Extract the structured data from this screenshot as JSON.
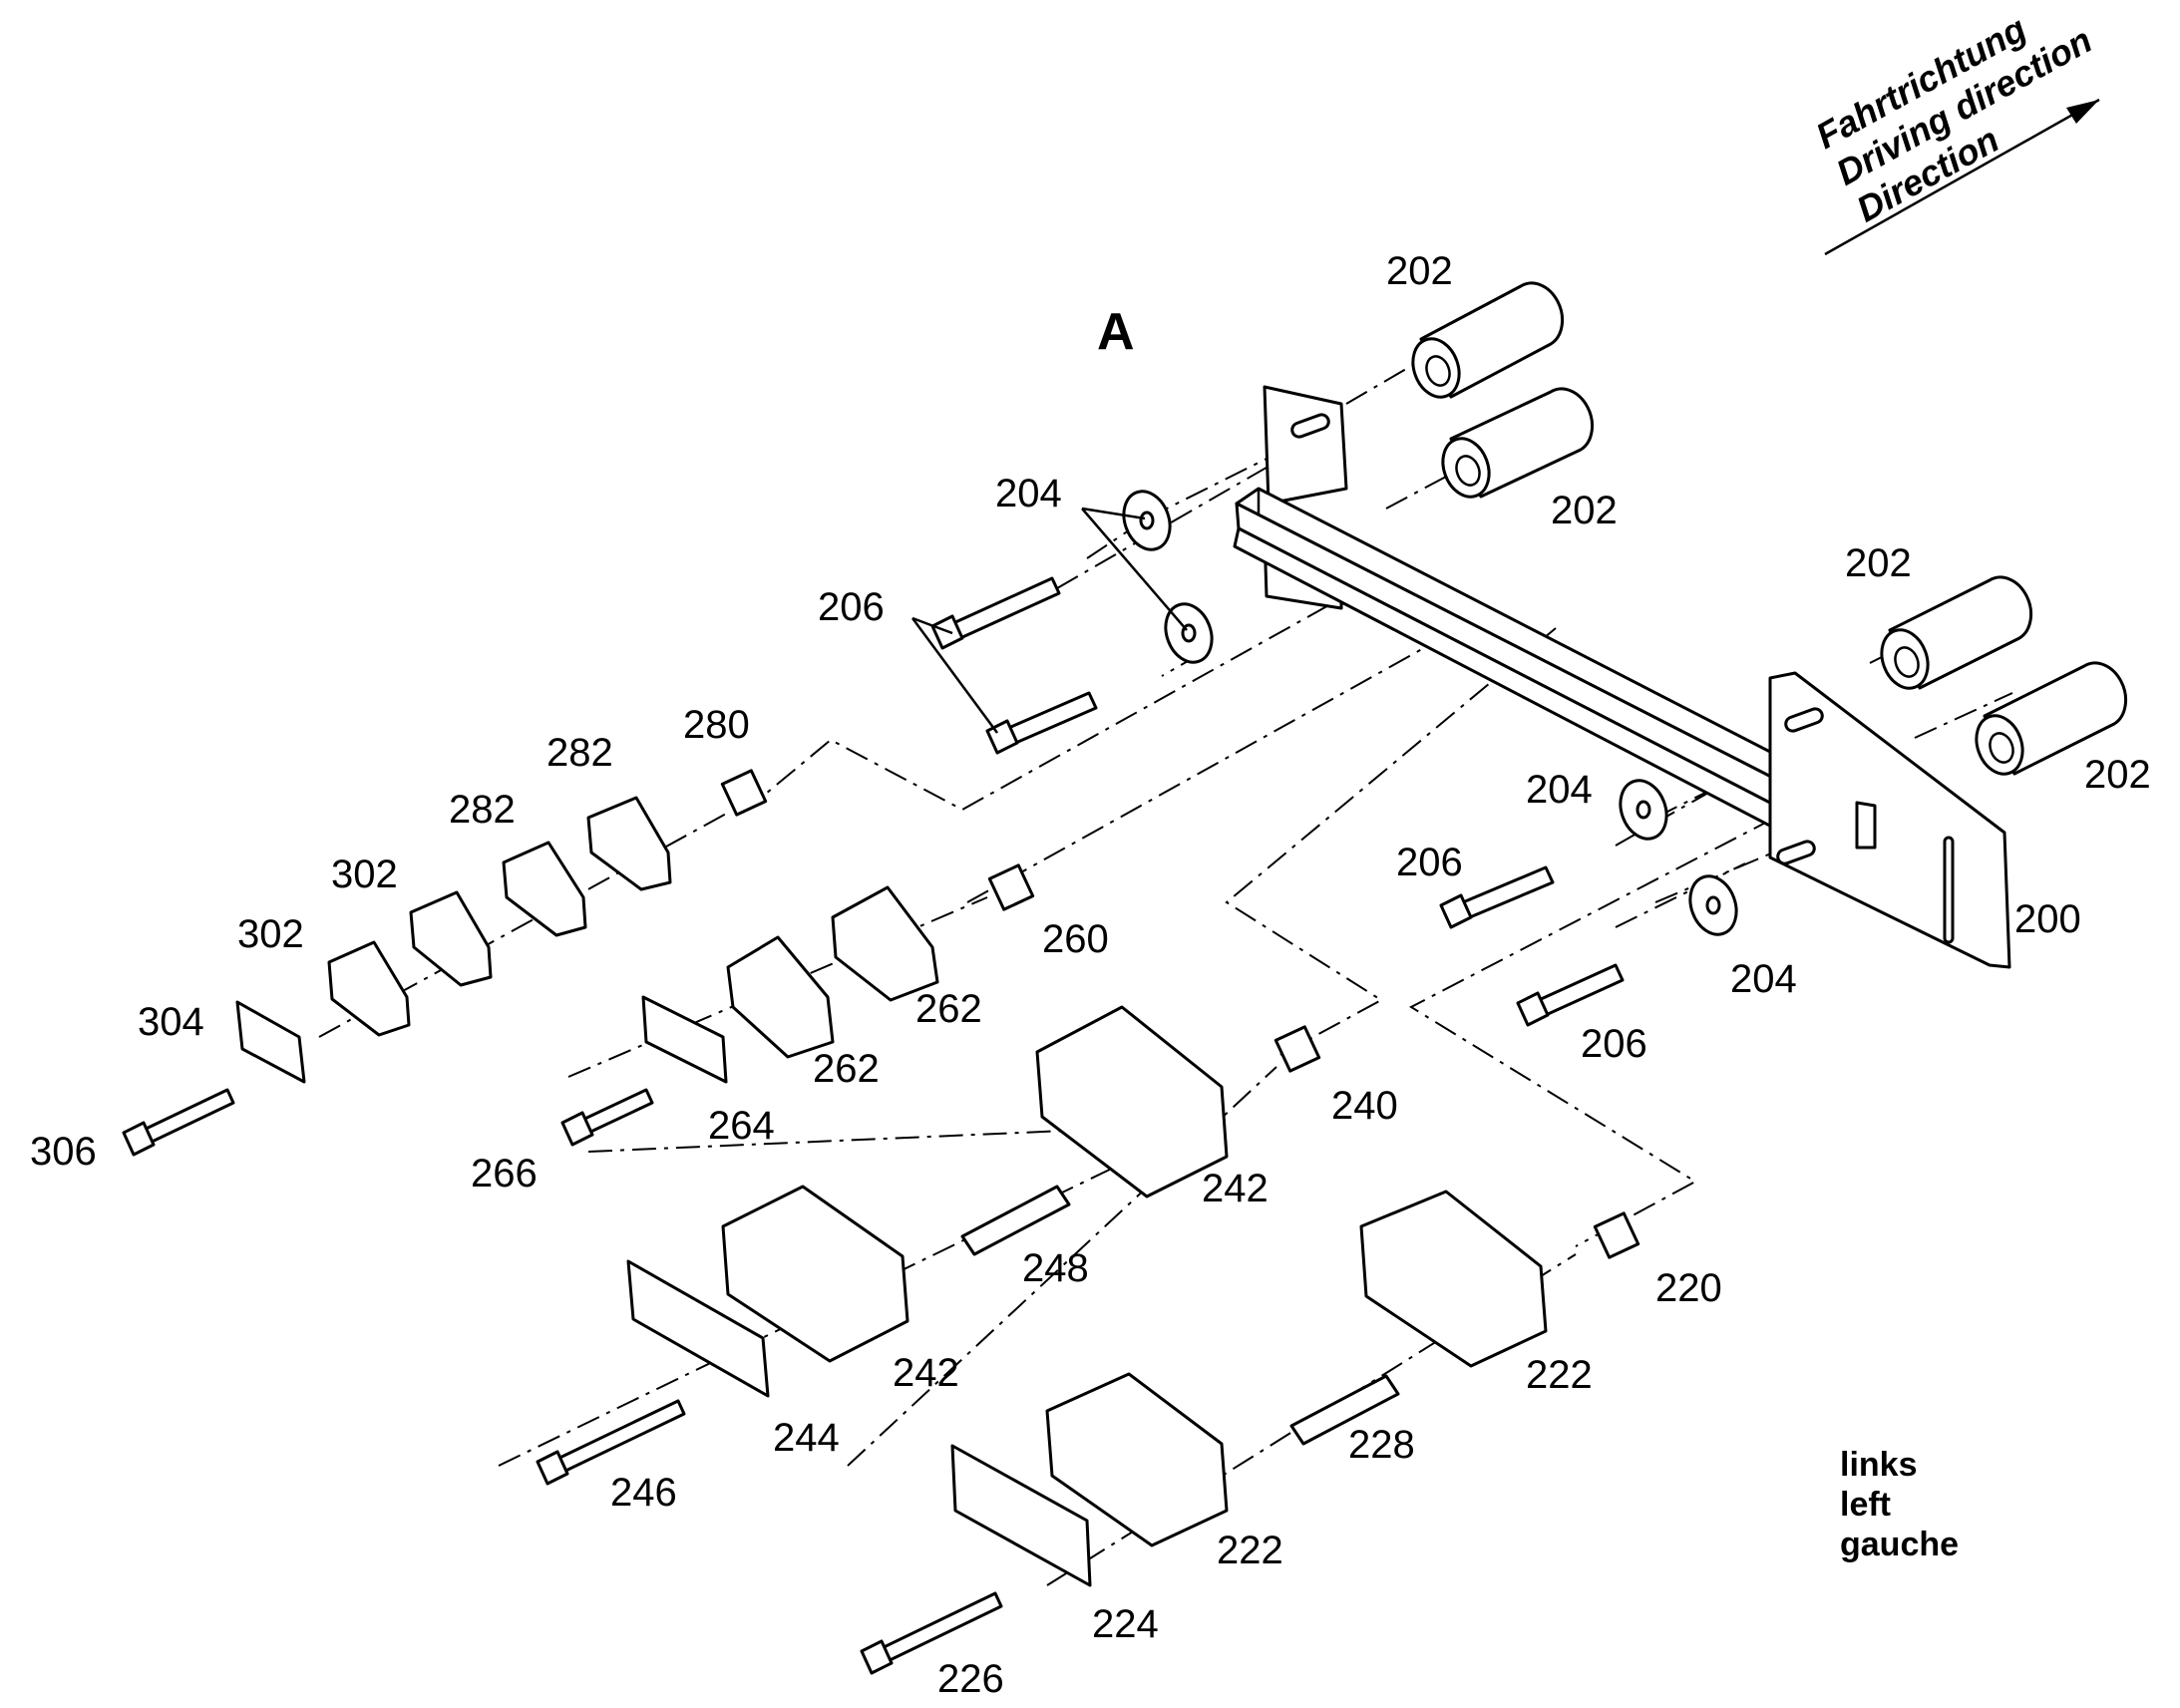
{
  "section_label": "A",
  "direction": {
    "line1": "Fahrtrichtung",
    "line2": "Driving direction",
    "line3": "Direction"
  },
  "side": {
    "line1": "links",
    "line2": "left",
    "line3": "gauche"
  },
  "callouts": {
    "p200": "200",
    "p202a": "202",
    "p202b": "202",
    "p202c": "202",
    "p202d": "202",
    "p204a": "204",
    "p204b": "204",
    "p204c": "204",
    "p206a": "206",
    "p206b": "206",
    "p206c": "206",
    "p220": "220",
    "p222a": "222",
    "p222b": "222",
    "p224": "224",
    "p226": "226",
    "p228": "228",
    "p240": "240",
    "p242a": "242",
    "p242b": "242",
    "p244": "244",
    "p246": "246",
    "p248": "248",
    "p260": "260",
    "p262a": "262",
    "p262b": "262",
    "p264": "264",
    "p266": "266",
    "p280": "280",
    "p282a": "282",
    "p282b": "282",
    "p302a": "302",
    "p302b": "302",
    "p304": "304",
    "p306": "306"
  }
}
